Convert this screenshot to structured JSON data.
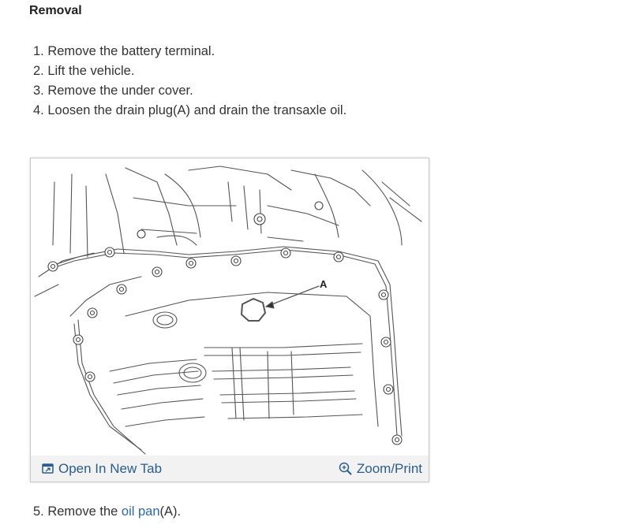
{
  "section": {
    "heading": "Removal"
  },
  "steps": [
    "1. Remove the battery terminal.",
    "2. Lift the vehicle.",
    "3. Remove the under cover.",
    "4. Loosen the drain plug(A) and drain the transaxle oil."
  ],
  "figure": {
    "callout_label": "A",
    "open_new_tab_label": "Open In New Tab",
    "zoom_print_label": "Zoom/Print",
    "icons": {
      "open": "open-in-new-tab-icon",
      "zoom": "zoom-in-icon"
    }
  },
  "step5": {
    "prefix": "5. Remove the ",
    "link1": "oil",
    "space": " ",
    "link2": "pan",
    "suffix": "(A)."
  },
  "colors": {
    "link": "#2a6aa8",
    "bar_background": "#f2f2f2",
    "text": "#333333"
  }
}
